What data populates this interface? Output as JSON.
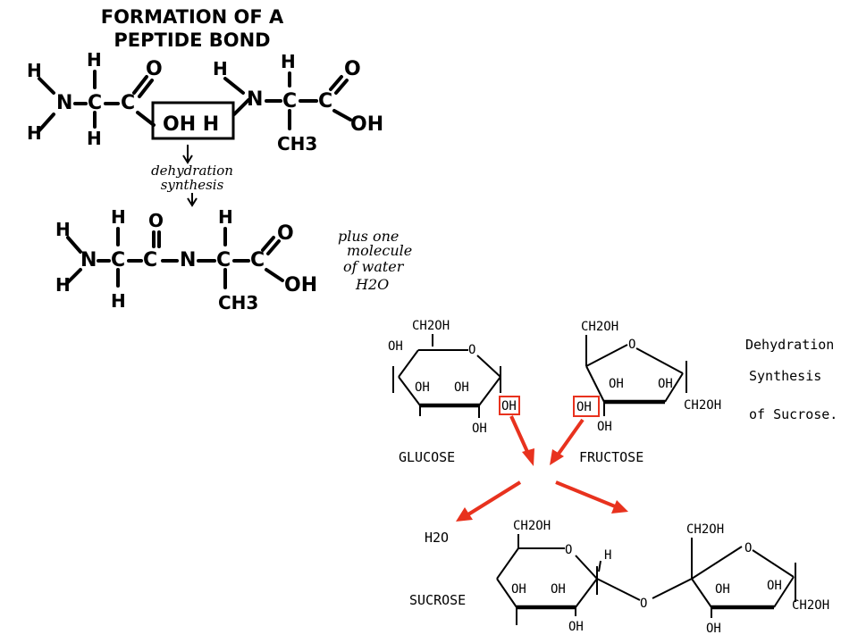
{
  "peptide": {
    "title_line1": "FORMATION OF A",
    "title_line2": "PEPTIDE BOND",
    "reaction_label_line1": "dehydration",
    "reaction_label_line2": "synthesis",
    "note_line1": "plus one",
    "note_line2": "molecule",
    "note_line3": "of water",
    "note_line4": "H2O",
    "atoms": {
      "H": "H",
      "N": "N",
      "C": "C",
      "O": "O",
      "OH": "OH",
      "CH3": "CH3"
    },
    "removed_group": "OH H"
  },
  "sucrose": {
    "title_line1": "Dehydration",
    "title_line2": "Synthesis",
    "title_line3": "of Sucrose.",
    "glucose_label": "GLUCOSE",
    "fructose_label": "FRUCTOSE",
    "sucrose_label": "SUCROSE",
    "water_label": "H2O",
    "groups": {
      "CH2OH": "CH2OH",
      "OH": "OH",
      "O": "O",
      "H": "H"
    },
    "highlight_color": "#e8321e",
    "arrow_color": "#e8321e"
  }
}
